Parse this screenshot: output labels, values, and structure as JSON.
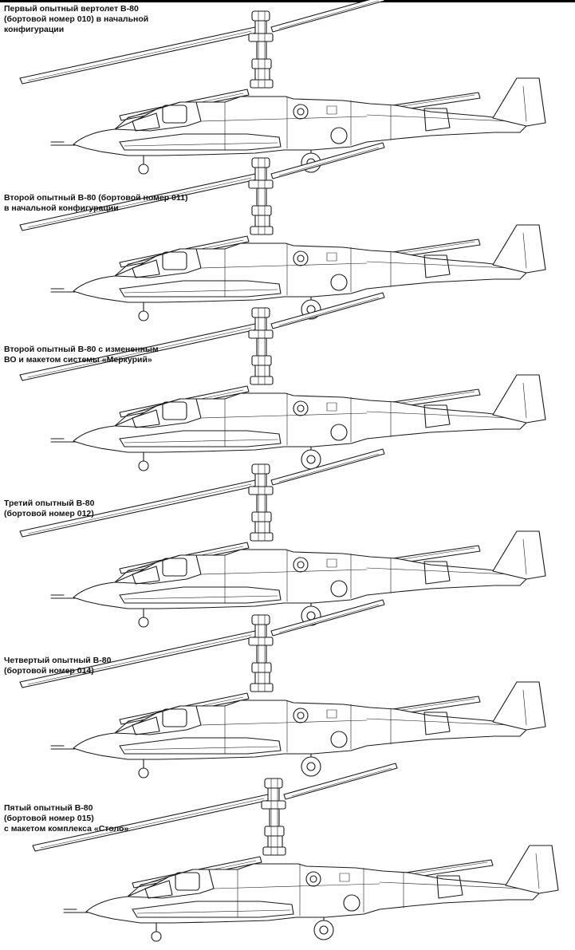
{
  "variants": [
    {
      "lines": [
        "Первый опытный вертолет В-80",
        "(бортовой номер 010) в начальной",
        "конфигурации"
      ]
    },
    {
      "lines": [
        "Второй опытный В-80 (бортовой номер 011)",
        "в начальной конфигурации"
      ]
    },
    {
      "lines": [
        "Второй опытный В-80 с измененным",
        "ВО и макетом системы «Меркурий»"
      ]
    },
    {
      "lines": [
        "Третий опытный В-80",
        "(бортовой номер 012)"
      ]
    },
    {
      "lines": [
        "Четвертый опытный В-80",
        "(бортовой номер 014)"
      ]
    },
    {
      "lines": [
        "Пятый опытный В-80",
        "(бортовой номер 015)",
        "с макетом комплекса «Столб»"
      ]
    }
  ],
  "colors": {
    "ink": "#1a1a1a",
    "paper": "#ffffff",
    "bar": "#000000"
  }
}
